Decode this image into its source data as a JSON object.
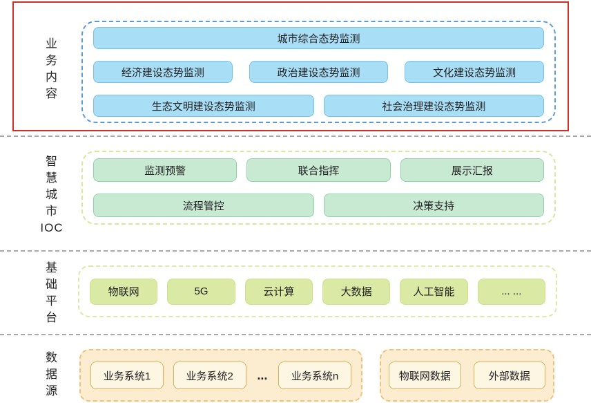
{
  "diagram_title": "smart-city-ioc-architecture",
  "colors": {
    "highlight_frame": "#cf3028",
    "business_container_border": "#5b9bd5",
    "business_box_fill": "#a9def7",
    "business_box_border": "#74c0e8",
    "ioc_container_border": "#d8e6a0",
    "ioc_box_fill": "#c8ead3",
    "ioc_box_border": "#93d2a9",
    "platform_container_border": "#dde9a8",
    "platform_box_fill": "#dae9a3",
    "datasource_container_fill": "#fcedd1",
    "datasource_container_border": "#eec37e",
    "datasource_box_fill": "#fdf6e2",
    "datasource_box_border": "#dfae57",
    "divider": "#a8a8a8"
  },
  "business": {
    "label": "业\n务\n内\n容",
    "rows": [
      [
        "城市综合态势监测"
      ],
      [
        "经济建设态势监测",
        "政治建设态势监测",
        "文化建设态势监测"
      ],
      [
        "生态文明建设态势监测",
        "社会治理建设态势监测"
      ]
    ]
  },
  "ioc": {
    "label": "智\n慧\n城\n市\nIOC",
    "rows": [
      [
        "监测预警",
        "联合指挥",
        "展示汇报"
      ],
      [
        "流程管控",
        "决策支持"
      ]
    ]
  },
  "platform": {
    "label": "基\n础\n平\n台",
    "items": [
      "物联网",
      "5G",
      "云计算",
      "大数据",
      "人工智能",
      "... ..."
    ]
  },
  "datasource": {
    "label": "数\n据\n源",
    "business_systems": [
      "业务系统1",
      "业务系统2",
      "业务系统n"
    ],
    "ellipsis": "...",
    "other_sources": [
      "物联网数据",
      "外部数据"
    ]
  }
}
